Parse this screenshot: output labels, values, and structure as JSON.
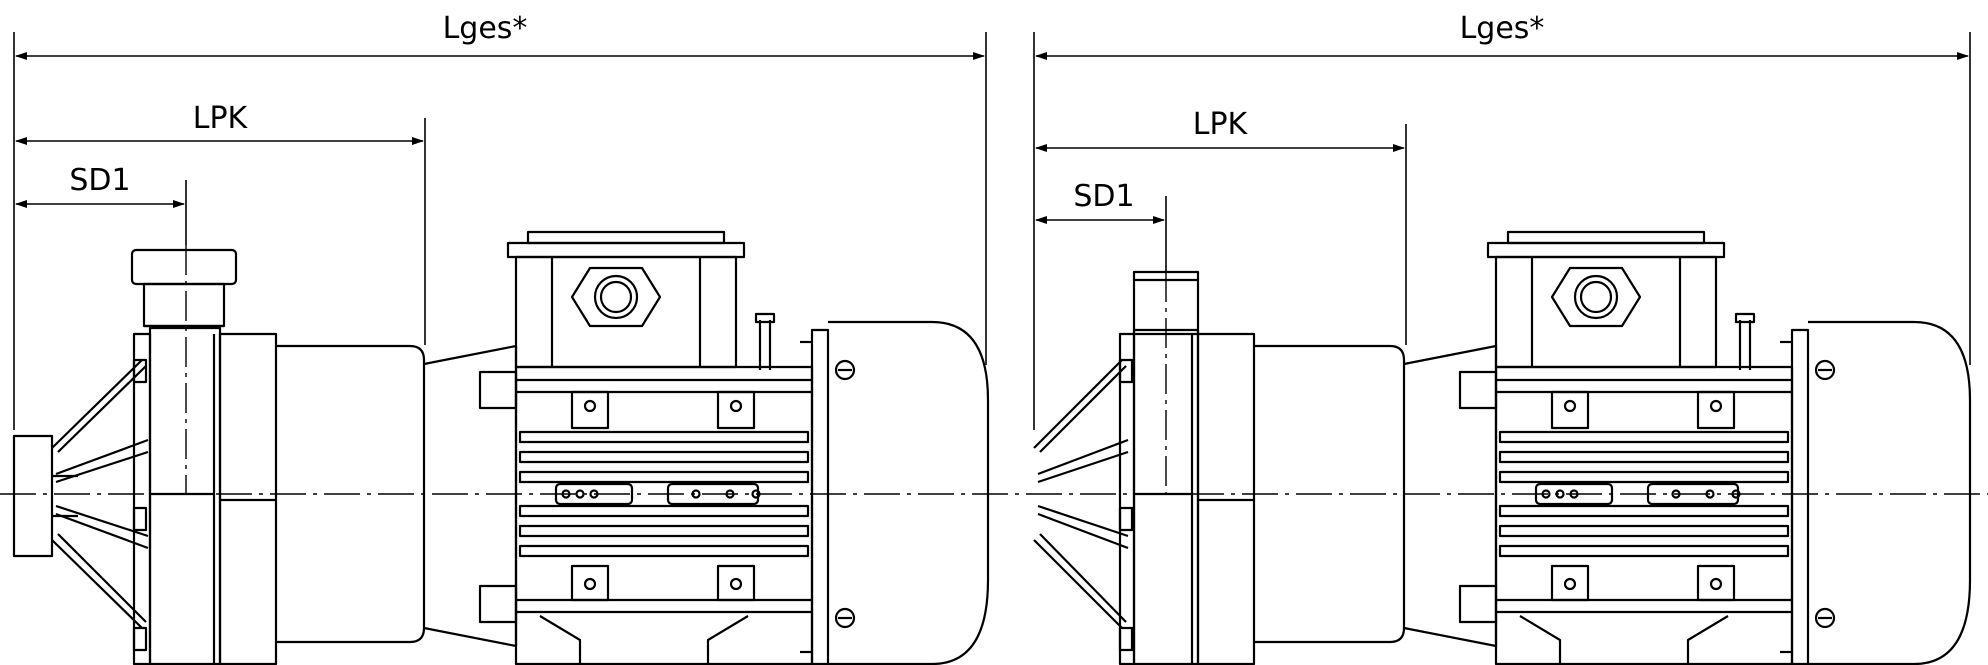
{
  "drawings": [
    {
      "overall_length_label": "Lges*",
      "pump_length_label": "LPK",
      "suction_dim_label": "SD1"
    },
    {
      "overall_length_label": "Lges*",
      "pump_length_label": "LPK",
      "suction_dim_label": "SD1"
    }
  ],
  "colors": {
    "line": "#000000",
    "background": "#ffffff"
  }
}
